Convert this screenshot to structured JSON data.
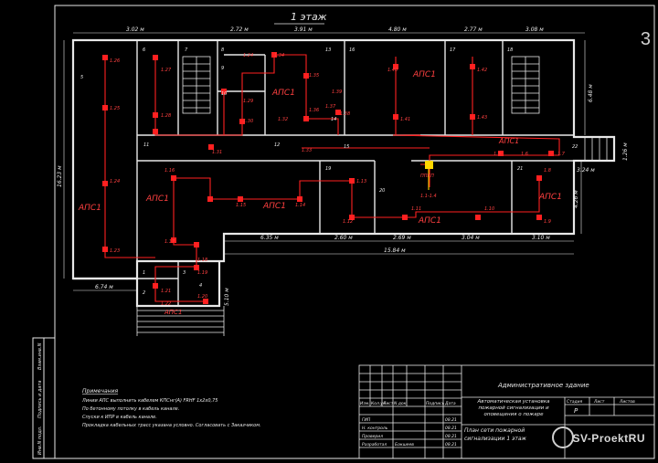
{
  "title": "1 этаж",
  "page_badge": "3",
  "watermark": "SV-ProektRU",
  "dims_top": [
    "3.02 м",
    "2.72 м",
    "3.91 м",
    "4.80 м",
    "2.77 м",
    "3.08 м"
  ],
  "dims_bottom": [
    "6.35 м",
    "2.60 м",
    "2.69 м",
    "3.04 м",
    "3.10 м"
  ],
  "dim_total_bottom": "15.84 м",
  "dim_left_lower": "6.74 м",
  "dim_left_vertical": "16.23 м",
  "dim_right_vertical_top": "6.48 м",
  "dim_right_vertical_bottom": "4.26 м",
  "dim_right_small": "3.24 м",
  "dim_right_side": "1.26 м",
  "dim_stair": "5.10 м",
  "zone_labels": [
    "АПС1",
    "АПС1",
    "АПС1",
    "АПС1",
    "АПС1",
    "АПС1",
    "АПС1",
    "АПС1",
    "АПС1"
  ],
  "device_labels": [
    "1.26",
    "1.27",
    "1.28",
    "1.25",
    "1.24",
    "1.23",
    "1.24",
    "1.29",
    "1.30",
    "1.31",
    "1.32",
    "1.33",
    "1.34",
    "1.35",
    "1.36",
    "1.37",
    "1.38",
    "1.39",
    "1.40",
    "1.41",
    "1.42",
    "1.43",
    "1.16",
    "1.15",
    "1.14",
    "1.13",
    "1.12",
    "1.11",
    "1.10",
    "1.9",
    "1.8",
    "1.7",
    "1.6",
    "1.5",
    "1.17",
    "1.18",
    "1.19",
    "1.20",
    "1.21",
    "1.22",
    "1.1-1.4",
    "ППКП"
  ],
  "room_numbers": [
    "5",
    "6",
    "7",
    "8",
    "9",
    "10",
    "11",
    "12",
    "13",
    "14",
    "15",
    "16",
    "17",
    "18",
    "19",
    "20",
    "21",
    "22",
    "1",
    "2",
    "3",
    "4"
  ],
  "notes": {
    "heading": "Примечания",
    "lines": [
      "Линии АПС выполнить кабелем КПСнг(А) FRHF 1х2х0,75",
      "По бетонному потолку в кабель канале.",
      "Спуски к ИПР в кабель канале.",
      "Прокладка кабельных трасс указана условно. Согласовать с Заказчиком."
    ]
  },
  "stamp": {
    "header_cols": [
      "Изм.",
      "Кол.уч",
      "Лист",
      "N док.",
      "Подпись",
      "Дата"
    ],
    "project": "Административное здание",
    "description": "Автоматическая установка пожарной сигнализации и оповещения о пожаре",
    "sheet_title": "План сети пожарной сигнализации 1 этаж",
    "stage_cols": [
      "Стадия",
      "Лист",
      "Листов"
    ],
    "stage_value": "Р",
    "roles": [
      {
        "role": "ГИП",
        "name": "",
        "date": "08.21"
      },
      {
        "role": "Н. контроль",
        "name": "",
        "date": "08.21"
      },
      {
        "role": "Проверил",
        "name": "",
        "date": "08.21"
      },
      {
        "role": "Разработал",
        "name": "Бакшеев",
        "date": "08.21"
      }
    ]
  },
  "left_side_stamp": [
    "Инв.N подл.",
    "Подпись и дата",
    "Взам.инв.N"
  ],
  "colors": {
    "background": "#000000",
    "lines": "#e8e8e8",
    "fire_alarm": "#ff2020"
  }
}
